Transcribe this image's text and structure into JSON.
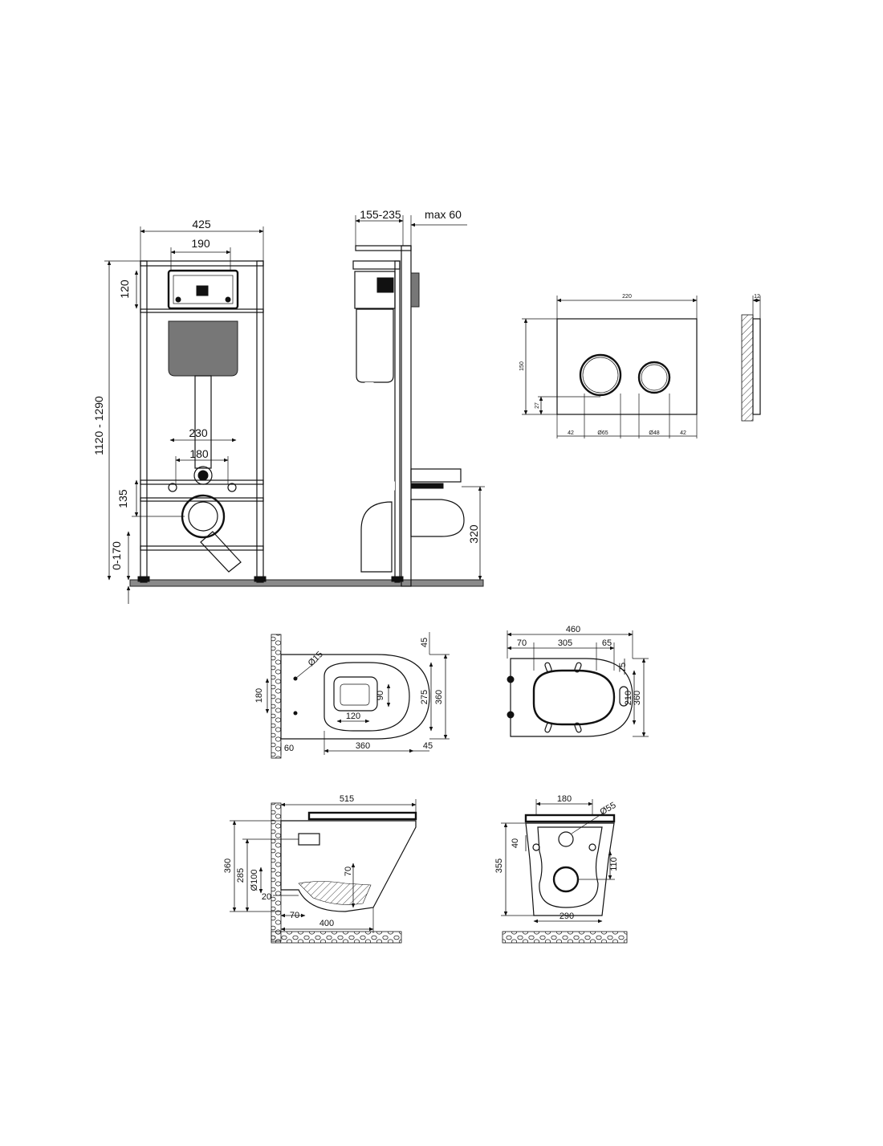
{
  "frame_front": {
    "width": "425",
    "plate_width": "190",
    "plate_height": "120",
    "total_height": "1120 - 1290",
    "stud_outer": "230",
    "stud_inner": "180",
    "stud_height": "135",
    "adjust": "0-170"
  },
  "frame_side": {
    "depth": "155-235",
    "wall": "max 60",
    "outlet_height": "320"
  },
  "flush_plate": {
    "width": "220",
    "height": "150",
    "thickness": "12",
    "button_offset": "27",
    "margin_left": "42",
    "button_large": "Ø65",
    "button_small": "Ø48",
    "margin_right": "42"
  },
  "bowl_top": {
    "hole_diameter": "Ø15",
    "bolt_spacing": "180",
    "rim_inner": "120",
    "rim_depth": "90",
    "wall_offset": "60",
    "length": "360",
    "front_gap": "45",
    "back_gap": "45",
    "inner_width": "275",
    "width": "360"
  },
  "seat_top": {
    "width": "460",
    "left": "70",
    "middle": "305",
    "right": "65",
    "top": "75",
    "inner": "210",
    "height": "360"
  },
  "bowl_side": {
    "length": "515",
    "height": "360",
    "inner": "285",
    "outlet": "Ø100",
    "base": "20",
    "foot": "70",
    "trap": "70",
    "floor_len": "400"
  },
  "bowl_back": {
    "bolt_spacing": "180",
    "outlet": "Ø55",
    "upper": "40",
    "height": "355",
    "lower": "110",
    "width": "290"
  }
}
